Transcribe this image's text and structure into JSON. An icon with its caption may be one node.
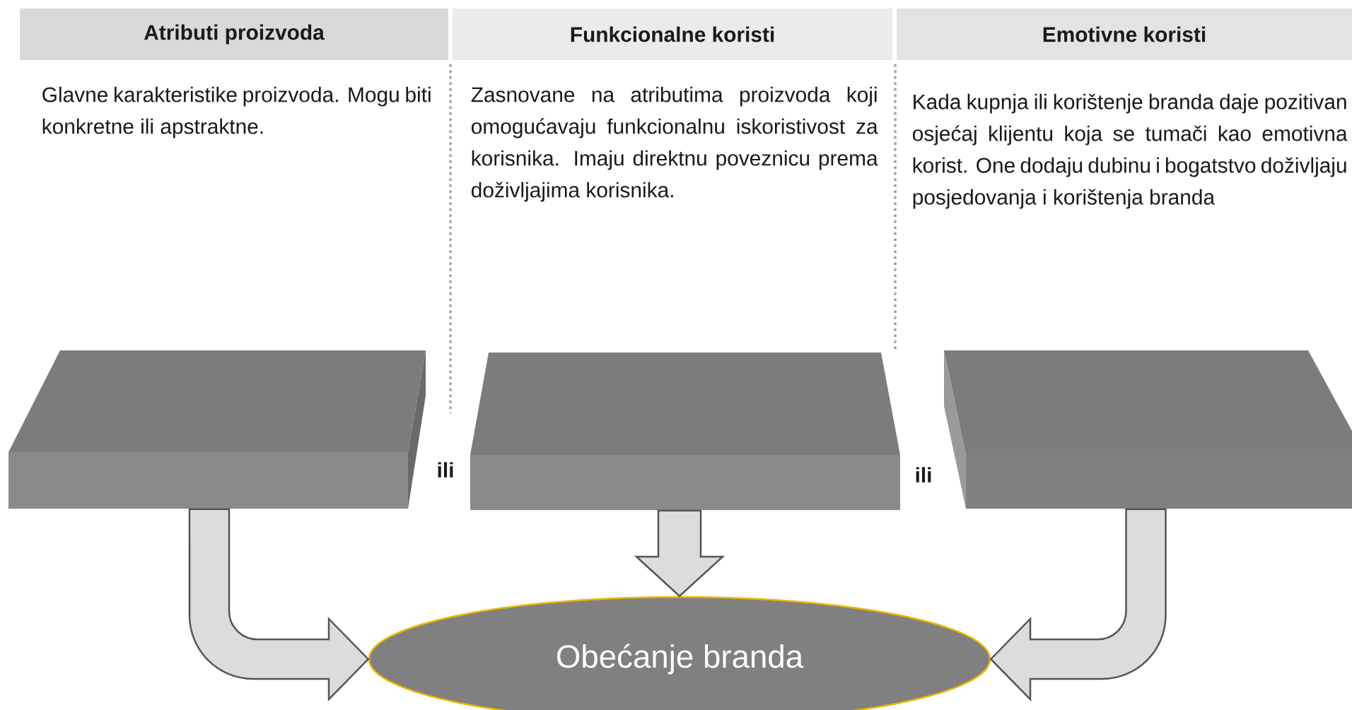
{
  "diagram": {
    "nodes": [
      {
        "text": [
          "Atributi proizvoda"
        ],
        "beside": [
          "Glavne karakteristike proizvoda. Mogu biti konkretne ili apstraktne."
        ]
      },
      {
        "text": [
          "Funkcionalne koristi"
        ],
        "beside": [
          "Zasnovane na atributima proizvoda koji omogućavaju funkcionalnu iskoristivost za korisnika. Imaju direktnu poveznicu prema doživljajima korisnika."
        ]
      },
      {
        "text": [
          "Emotivne koristi"
        ],
        "beside": [
          "Kada kupnja ili korištenje branda daje pozitivan osjećaj klijentu koja se tumači kao emotivna korist. One dodaju dubinu i bogatstvo doživljaju posjedovanja i korištenja branda"
        ]
      },
      {
        "text": [],
        "shape": "box"
      },
      {
        "text": [],
        "shape": "box"
      },
      {
        "text": [],
        "shape": "box"
      },
      {
        "text": [
          "Obećanje branda"
        ]
      }
    ],
    "edges": [
      {
        "from": 3,
        "to": 6,
        "arrow": "to"
      },
      {
        "from": 4,
        "to": 6,
        "arrow": "to"
      },
      {
        "from": 5,
        "to": 6,
        "arrow": "to"
      }
    ],
    "labels": [
      "ili",
      "ili"
    ]
  }
}
